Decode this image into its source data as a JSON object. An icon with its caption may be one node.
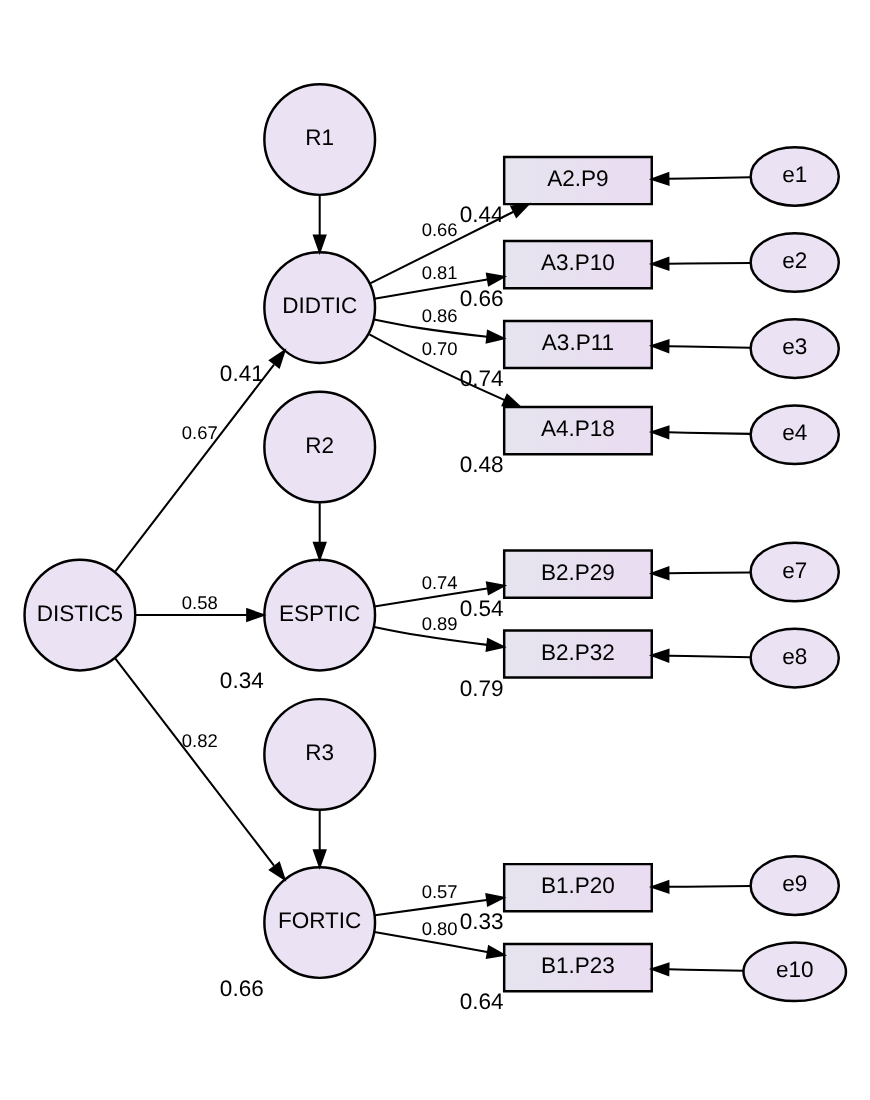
{
  "diagram": {
    "nodes": [
      {
        "text": [
          "DISTIC5"
        ]
      },
      {
        "text": [
          "R1"
        ]
      },
      {
        "text": [
          "DIDTIC"
        ],
        "beside": [
          "0.41"
        ]
      },
      {
        "text": [
          "A2.P9"
        ],
        "beside": [
          "0.44"
        ]
      },
      {
        "text": [
          "A3.P10"
        ],
        "beside": [
          "0.66"
        ]
      },
      {
        "text": [
          "A3.P11"
        ],
        "beside": [
          "0.74"
        ]
      },
      {
        "text": [
          "A4.P18"
        ],
        "beside": [
          "0.48"
        ]
      },
      {
        "text": [
          "e1"
        ]
      },
      {
        "text": [
          "e2"
        ]
      },
      {
        "text": [
          "e3"
        ]
      },
      {
        "text": [
          "e4"
        ]
      },
      {
        "text": [
          "R2"
        ]
      },
      {
        "text": [
          "ESPTIC"
        ],
        "beside": [
          "0.34"
        ]
      },
      {
        "text": [
          "B2.P29"
        ],
        "beside": [
          "0.54"
        ]
      },
      {
        "text": [
          "B2.P32"
        ],
        "beside": [
          "0.79"
        ]
      },
      {
        "text": [
          "e7"
        ]
      },
      {
        "text": [
          "e8"
        ]
      },
      {
        "text": [
          "R3"
        ]
      },
      {
        "text": [
          "FORTIC"
        ],
        "beside": [
          "0.66"
        ]
      },
      {
        "text": [
          "B1.P20"
        ],
        "beside": [
          "0.33"
        ]
      },
      {
        "text": [
          "B1.P23"
        ],
        "beside": [
          "0.64"
        ]
      },
      {
        "text": [
          "e9"
        ]
      },
      {
        "text": [
          "e10"
        ]
      }
    ],
    "edges": [
      {
        "from": 1,
        "to": 2,
        "arrow": "to"
      },
      {
        "from": 0,
        "to": 2,
        "arrow": "to",
        "label": "0.67"
      },
      {
        "from": 2,
        "to": 3,
        "arrow": "to",
        "label": "0.66"
      },
      {
        "from": 2,
        "to": 4,
        "arrow": "to",
        "label": "0.81"
      },
      {
        "from": 2,
        "to": 5,
        "arrow": "to",
        "label": "0.86"
      },
      {
        "from": 2,
        "to": 6,
        "arrow": "to",
        "label": "0.70"
      },
      {
        "from": 7,
        "to": 3,
        "arrow": "to"
      },
      {
        "from": 8,
        "to": 4,
        "arrow": "to"
      },
      {
        "from": 9,
        "to": 5,
        "arrow": "to"
      },
      {
        "from": 10,
        "to": 6,
        "arrow": "to"
      },
      {
        "from": 11,
        "to": 12,
        "arrow": "to"
      },
      {
        "from": 0,
        "to": 12,
        "arrow": "to",
        "label": "0.58"
      },
      {
        "from": 12,
        "to": 13,
        "arrow": "to",
        "label": "0.74"
      },
      {
        "from": 12,
        "to": 14,
        "arrow": "to",
        "label": "0.89"
      },
      {
        "from": 15,
        "to": 13,
        "arrow": "to"
      },
      {
        "from": 16,
        "to": 14,
        "arrow": "to"
      },
      {
        "from": 0,
        "to": 18,
        "arrow": "to",
        "label": "0.82"
      },
      {
        "from": 17,
        "to": 18,
        "arrow": "to"
      },
      {
        "from": 18,
        "to": 19,
        "arrow": "to",
        "label": "0.57"
      },
      {
        "from": 18,
        "to": 20,
        "arrow": "to",
        "label": "0.80"
      },
      {
        "from": 21,
        "to": 19,
        "arrow": "to"
      },
      {
        "from": 22,
        "to": 20,
        "arrow": "to"
      }
    ]
  }
}
